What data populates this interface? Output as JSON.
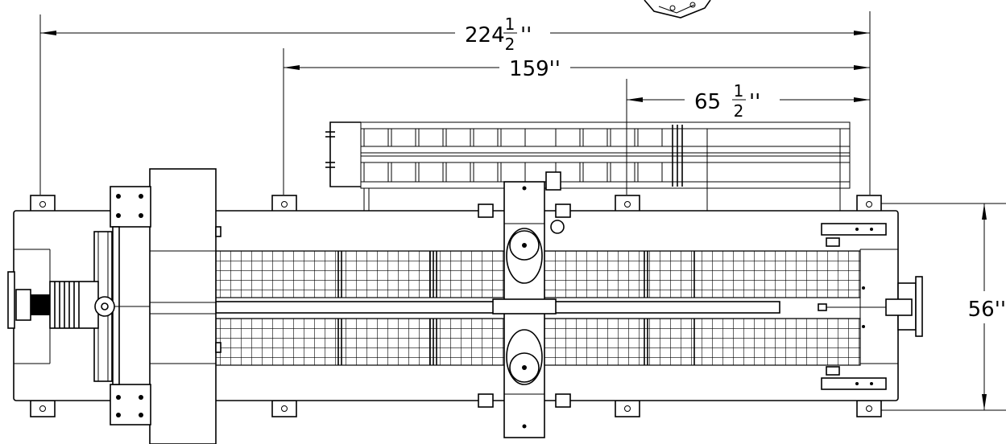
{
  "dimensions": {
    "overall_length": {
      "whole": "224",
      "num": "1",
      "den": "2",
      "unit": "''"
    },
    "mid_length": {
      "text": "159''"
    },
    "short_length": {
      "whole": "65",
      "num": "1",
      "den": "2",
      "unit": "''"
    },
    "width": {
      "text": "56''"
    }
  }
}
